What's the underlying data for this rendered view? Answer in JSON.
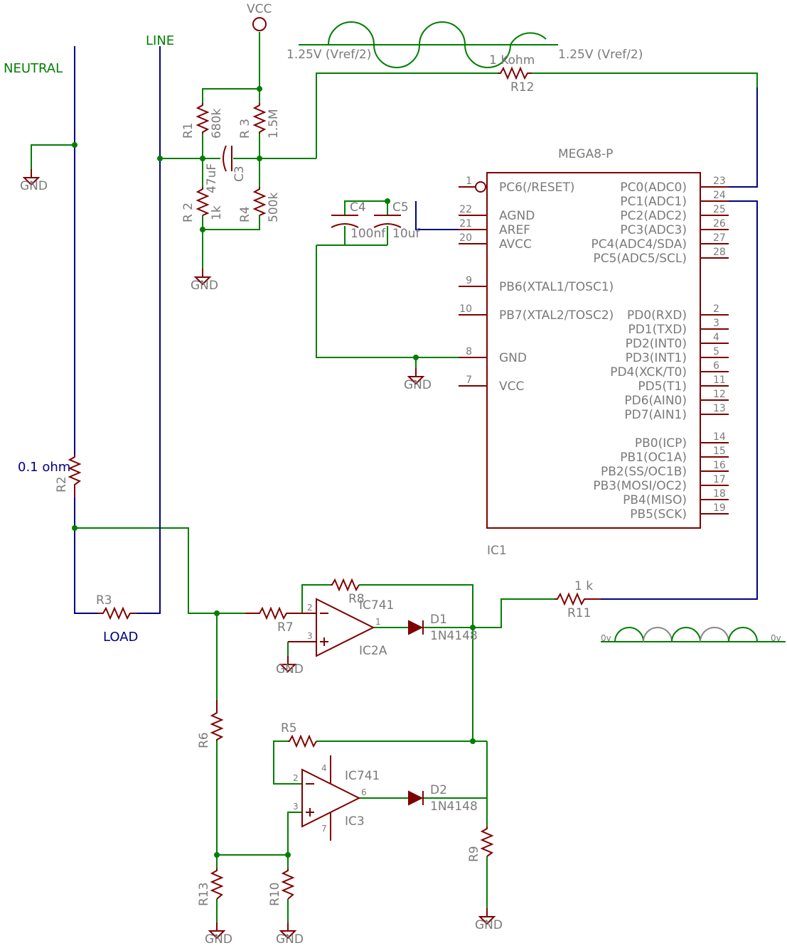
{
  "nets": {
    "neutral": "NEUTRAL",
    "line": "LINE",
    "load": "LOAD",
    "vcc": "VCC",
    "gnd": "GND",
    "vref": "1.25V (Vref/2)",
    "zero_v": "0v"
  },
  "components": {
    "R1": {
      "name": "R1",
      "value": "680k"
    },
    "R3a": {
      "name": "R 3",
      "value": "1.5M"
    },
    "C3": {
      "name": "C3",
      "value": "47uF"
    },
    "R2a": {
      "name": "R 2",
      "value": "1k"
    },
    "R4": {
      "name": "R4",
      "value": "500k"
    },
    "C4": {
      "name": "C4",
      "value": "100nf"
    },
    "C5": {
      "name": "C5",
      "value": "10uf"
    },
    "R12": {
      "name": "R12",
      "value": "1 Kohm"
    },
    "R2": {
      "name": "R2",
      "value": "0.1 ohm"
    },
    "R3": {
      "name": "R3"
    },
    "R7": {
      "name": "R7"
    },
    "R8": {
      "name": "R8"
    },
    "R5": {
      "name": "R5"
    },
    "R6": {
      "name": "R6"
    },
    "R9": {
      "name": "R9"
    },
    "R10": {
      "name": "R10"
    },
    "R11": {
      "name": "R11",
      "value": "1 k"
    },
    "R13": {
      "name": "R13"
    },
    "D1": {
      "name": "D1",
      "value": "1N4148"
    },
    "D2": {
      "name": "D2",
      "value": "1N4148"
    },
    "IC2A": {
      "name": "IC2A",
      "value": "IC741"
    },
    "IC3": {
      "name": "IC3",
      "value": "IC741"
    },
    "IC1": {
      "name": "IC1",
      "value": "MEGA8-P"
    }
  },
  "opamp_pins": {
    "ic2a": {
      "inv": "2",
      "noninv": "3",
      "out": "1"
    },
    "ic3": {
      "inv": "2",
      "noninv": "3",
      "out": "6",
      "vplus": "4",
      "vminus": "7"
    }
  },
  "mcu": {
    "left_pins": [
      {
        "num": "1",
        "label": "PC6(/RESET)"
      },
      {
        "num": "22",
        "label": "AGND"
      },
      {
        "num": "21",
        "label": "AREF"
      },
      {
        "num": "20",
        "label": "AVCC"
      },
      {
        "num": "9",
        "label": "PB6(XTAL1/TOSC1)"
      },
      {
        "num": "10",
        "label": "PB7(XTAL2/TOSC2)"
      },
      {
        "num": "8",
        "label": "GND"
      },
      {
        "num": "7",
        "label": "VCC"
      }
    ],
    "right_pins": [
      {
        "num": "23",
        "label": "PC0(ADC0)"
      },
      {
        "num": "24",
        "label": "PC1(ADC1)"
      },
      {
        "num": "25",
        "label": "PC2(ADC2)"
      },
      {
        "num": "26",
        "label": "PC3(ADC3)"
      },
      {
        "num": "27",
        "label": "PC4(ADC4/SDA)"
      },
      {
        "num": "28",
        "label": "PC5(ADC5/SCL)"
      },
      {
        "num": "2",
        "label": "PD0(RXD)"
      },
      {
        "num": "3",
        "label": "PD1(TXD)"
      },
      {
        "num": "4",
        "label": "PD2(INT0)"
      },
      {
        "num": "5",
        "label": "PD3(INT1)"
      },
      {
        "num": "6",
        "label": "PD4(XCK/T0)"
      },
      {
        "num": "11",
        "label": "PD5(T1)"
      },
      {
        "num": "12",
        "label": "PD6(AIN0)"
      },
      {
        "num": "13",
        "label": "PD7(AIN1)"
      },
      {
        "num": "14",
        "label": "PB0(ICP)"
      },
      {
        "num": "15",
        "label": "PB1(OC1A)"
      },
      {
        "num": "16",
        "label": "PB2(SS/OC1B)"
      },
      {
        "num": "17",
        "label": "PB3(MOSI/OC2)"
      },
      {
        "num": "18",
        "label": "PB4(MISO)"
      },
      {
        "num": "19",
        "label": "PB5(SCK)"
      }
    ]
  }
}
